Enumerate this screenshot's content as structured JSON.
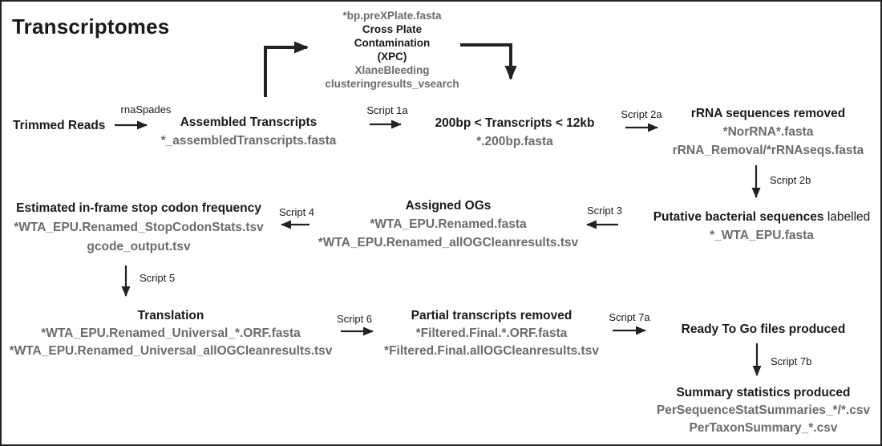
{
  "title": "Transcriptomes",
  "colors": {
    "text": "#1a1a1a",
    "muted": "#6b6b6b",
    "arrow": "#222222"
  },
  "nodes": {
    "trimmed_reads": {
      "label": "Trimmed Reads"
    },
    "assembled": {
      "label": "Assembled Transcripts",
      "files": [
        "*_assembledTranscripts.fasta"
      ]
    },
    "xpc": {
      "input_file": "*bp.preXPlate.fasta",
      "label_lines": [
        "Cross Plate",
        "Contamination",
        "(XPC)"
      ],
      "output_files": [
        "XlaneBleeding",
        "clusteringresults_vsearch"
      ]
    },
    "size_filter": {
      "label": "200bp < Transcripts < 12kb",
      "files": [
        "*.200bp.fasta"
      ]
    },
    "rrna_removed": {
      "label": "rRNA sequences removed",
      "files": [
        "*NorRNA*.fasta",
        "rRNA_Removal/*rRNAseqs.fasta"
      ]
    },
    "bacterial": {
      "label_bold": "Putative bacterial sequences",
      "label_plain": "labelled",
      "files": [
        "*_WTA_EPU.fasta"
      ]
    },
    "assigned_ogs": {
      "label": "Assigned OGs",
      "files": [
        "*WTA_EPU.Renamed.fasta",
        "*WTA_EPU.Renamed_allOGCleanresults.tsv"
      ]
    },
    "stop_codon": {
      "label": "Estimated in-frame stop codon frequency",
      "files": [
        "*WTA_EPU.Renamed_StopCodonStats.tsv",
        "gcode_output.tsv"
      ]
    },
    "translation": {
      "label": "Translation",
      "files": [
        "*WTA_EPU.Renamed_Universal_*.ORF.fasta",
        "*WTA_EPU.Renamed_Universal_allOGCleanresults.tsv"
      ]
    },
    "partial_removed": {
      "label": "Partial transcripts removed",
      "files": [
        "*Filtered.Final.*.ORF.fasta",
        "*Filtered.Final.allOGCleanresults.tsv"
      ]
    },
    "ready_to_go": {
      "label": "Ready To Go files produced"
    },
    "summary": {
      "label": "Summary statistics produced",
      "files": [
        "PerSequenceStatSummaries_*/*.csv",
        "PerTaxonSummary_*.csv"
      ]
    }
  },
  "edges": {
    "rnaspades": "rnaSpades",
    "script_1a": "Script 1a",
    "script_2a": "Script 2a",
    "script_2b": "Script 2b",
    "script_3": "Script 3",
    "script_4": "Script 4",
    "script_5": "Script 5",
    "script_6": "Script 6",
    "script_7a": "Script 7a",
    "script_7b": "Script 7b"
  }
}
